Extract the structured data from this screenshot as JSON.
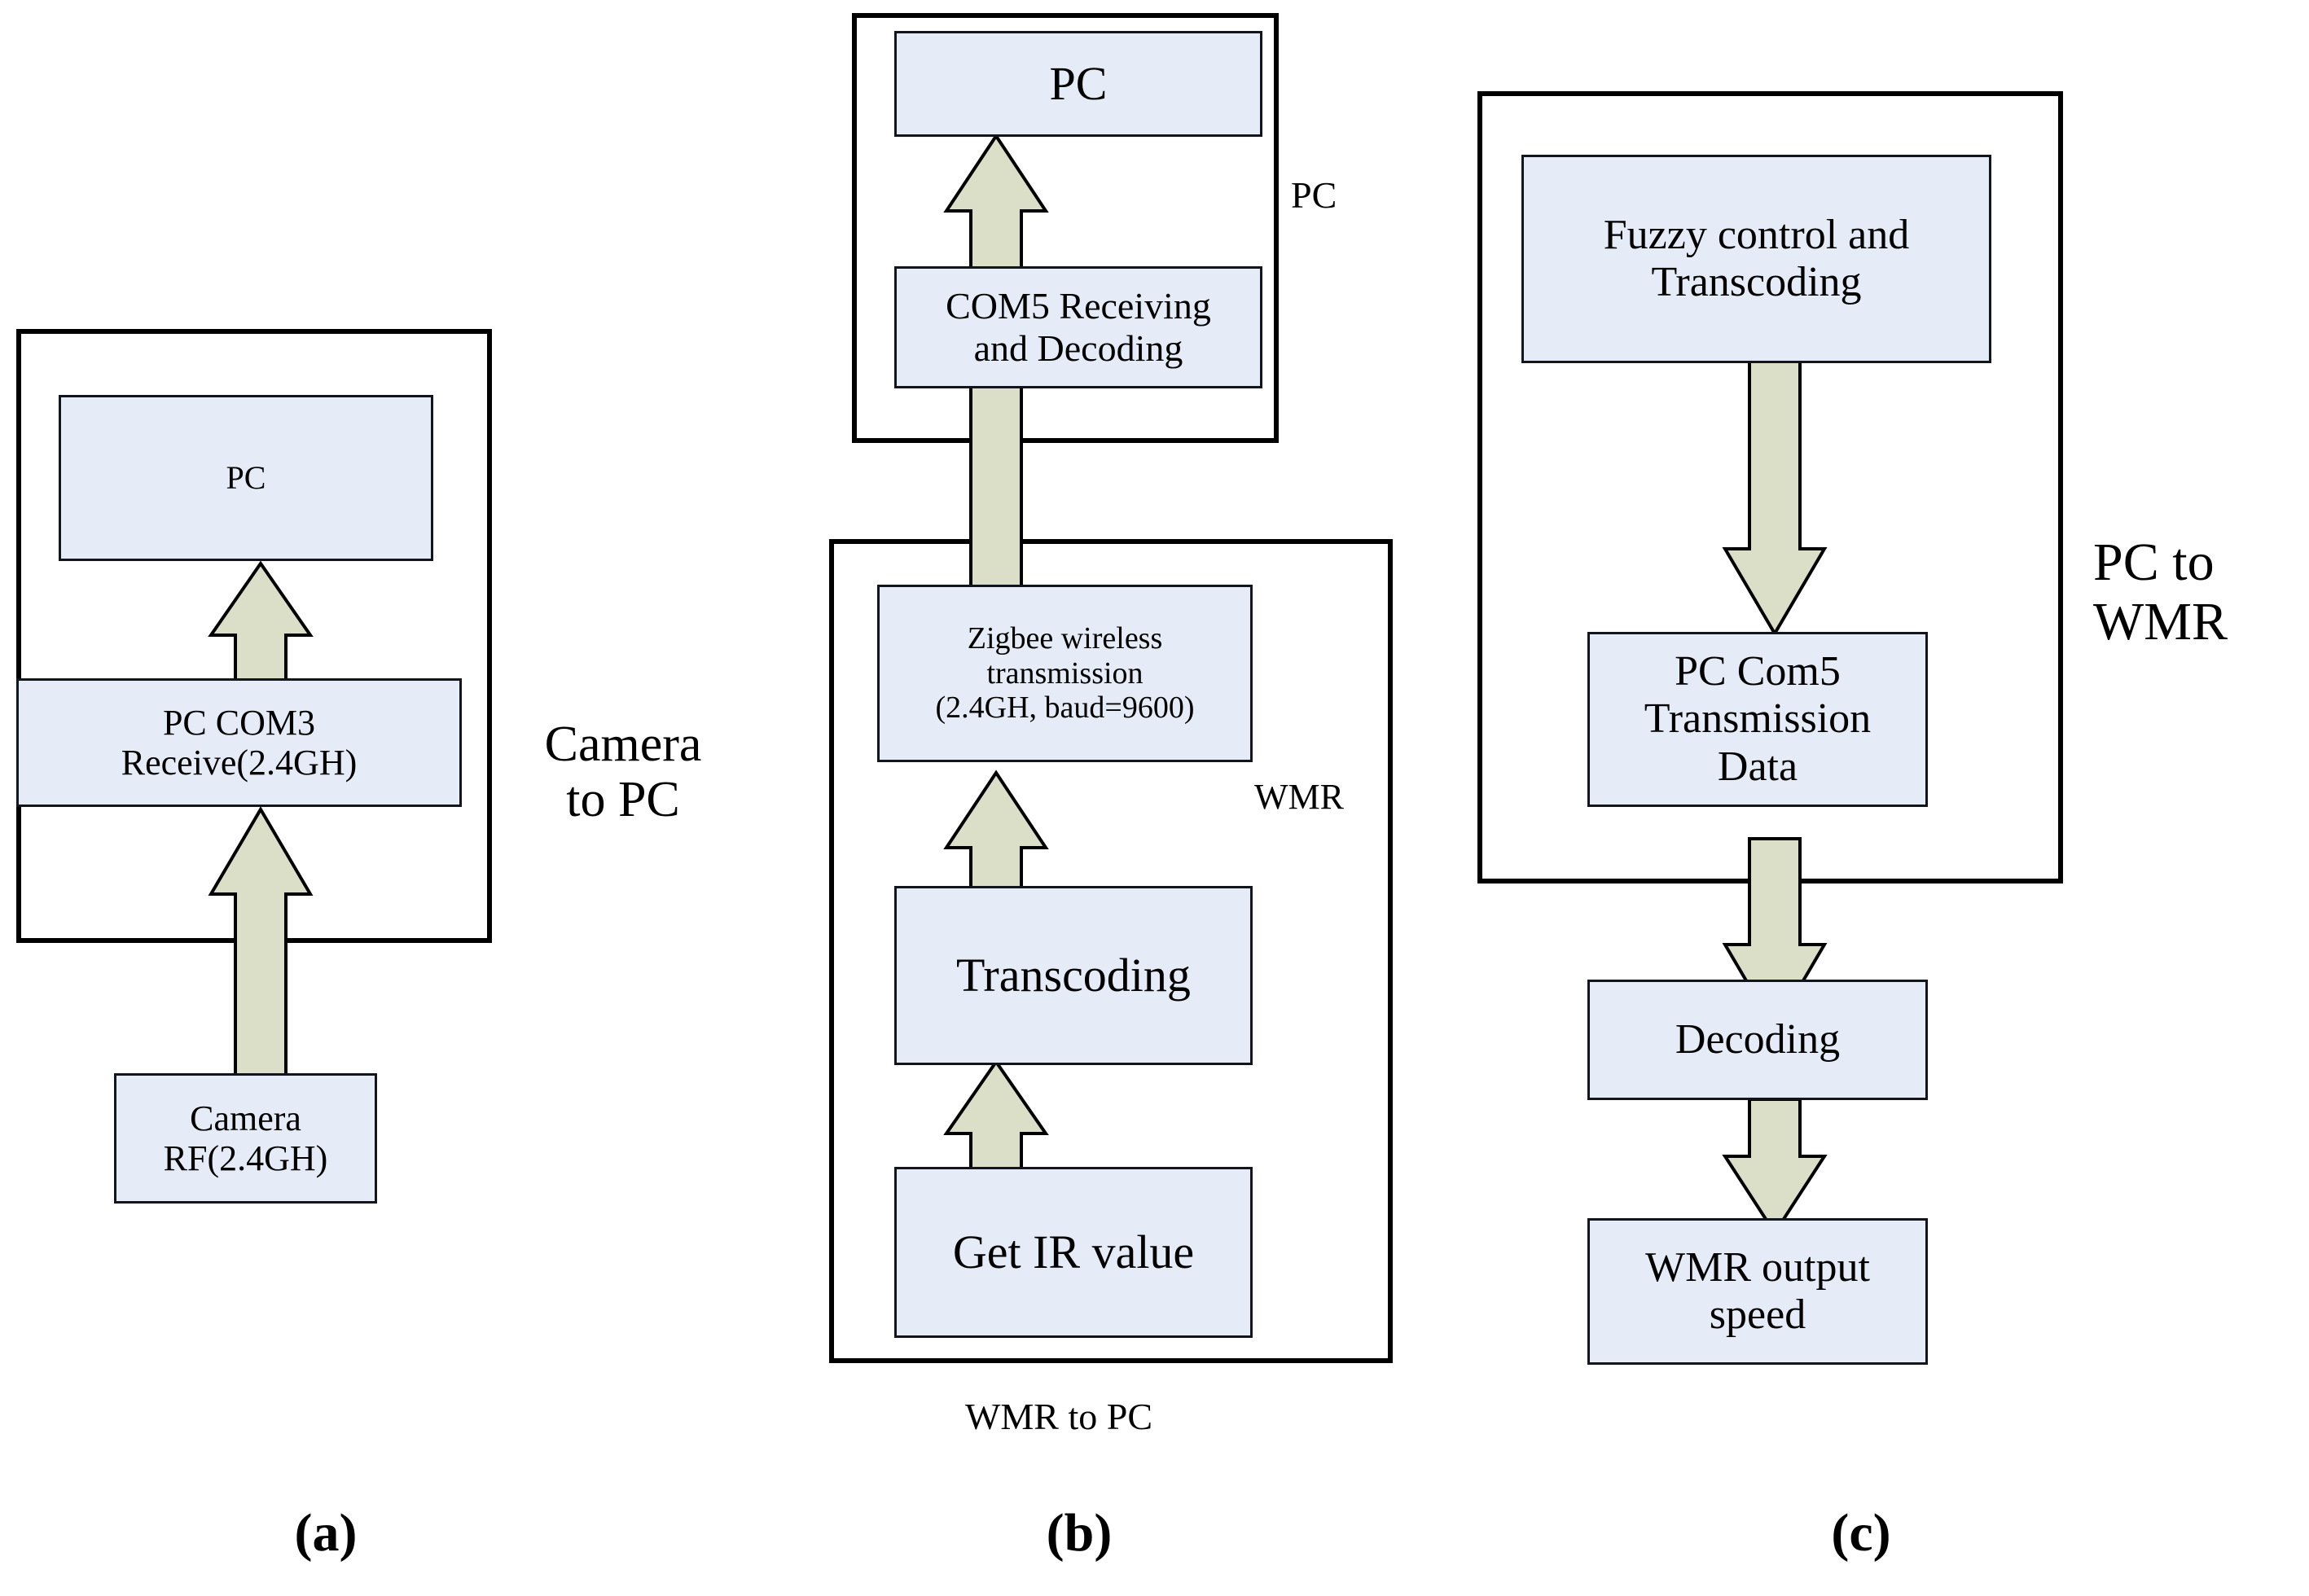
{
  "figure": {
    "type": "block-diagram",
    "caption_labels": [
      "(a)",
      "(b)",
      "(c)"
    ],
    "box_fill_color": "#e6ecf7",
    "box_border_color": "#12161c",
    "arrow_fill_color": "#dcdfc8",
    "arrow_border_color": "#000000",
    "group_border_color": "#000000",
    "background_color": "#ffffff"
  },
  "panel_a": {
    "caption": "(a)",
    "group_label": "Camera\nto PC",
    "nodes": {
      "pc": "PC",
      "pc_com3": "PC COM3\nReceive(2.4GH)",
      "camera": "Camera\nRF(2.4GH)"
    },
    "flow": [
      "Camera RF(2.4GH)",
      "PC COM3 Receive(2.4GH)",
      "PC"
    ]
  },
  "panel_b": {
    "caption": "(b)",
    "group_label_pc": "PC",
    "group_label_wmr": "WMR",
    "bottom_label": "WMR  to PC",
    "nodes": {
      "pc": "PC",
      "com5": "COM5 Receiving\nand Decoding",
      "zigbee": "Zigbee wireless\ntransmission\n(2.4GH, baud=9600)",
      "transcoding": "Transcoding",
      "get_ir": "Get IR value"
    },
    "flow": [
      "Get IR value",
      "Transcoding",
      "Zigbee wireless transmission (2.4GH, baud=9600)",
      "COM5 Receiving and Decoding",
      "PC"
    ]
  },
  "panel_c": {
    "caption": "(c)",
    "group_label": "PC to\nWMR",
    "nodes": {
      "fuzzy": "Fuzzy control and\nTranscoding",
      "pc_com5": "PC Com5\nTransmission\nData",
      "decoding": "Decoding",
      "wmr_output": "WMR output\nspeed"
    },
    "flow": [
      "Fuzzy control and Transcoding",
      "PC Com5 Transmission Data",
      "Decoding",
      "WMR output speed"
    ]
  }
}
